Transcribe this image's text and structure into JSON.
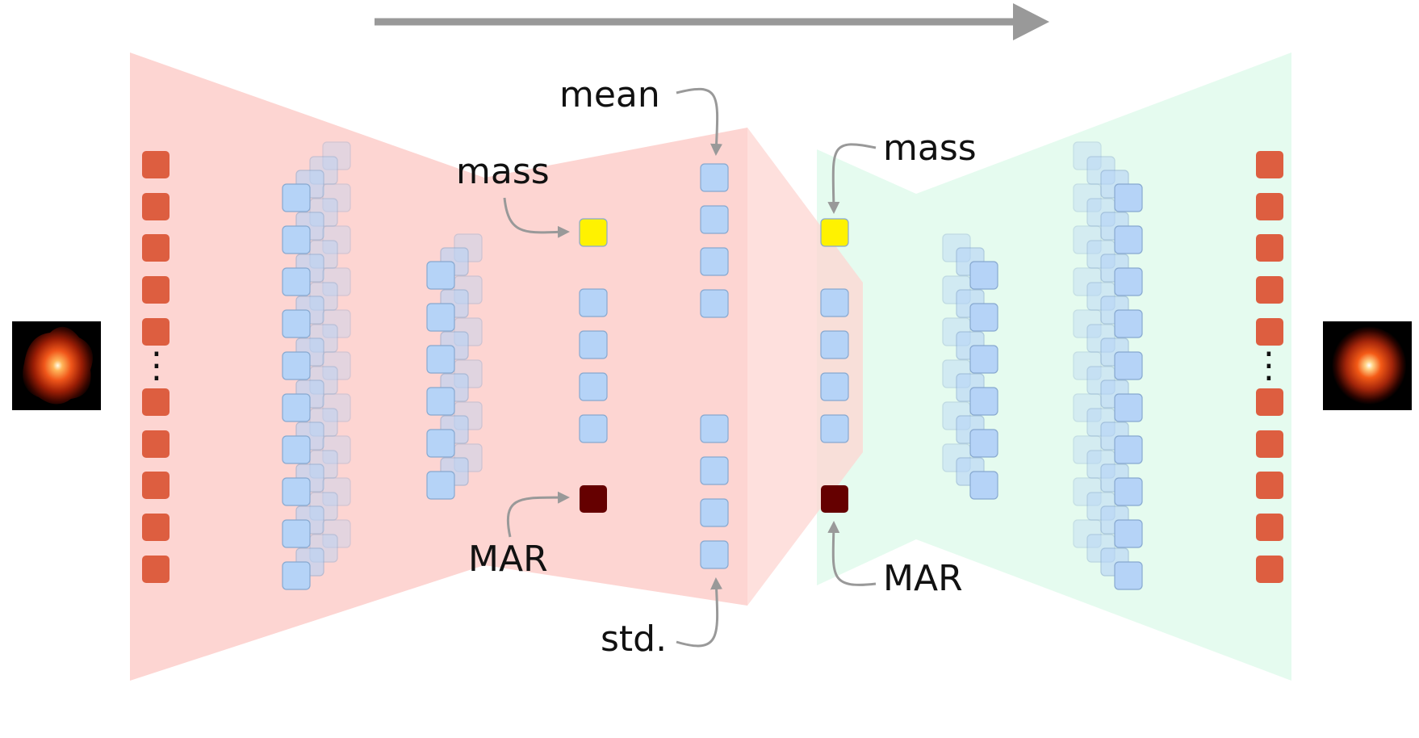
{
  "labels": {
    "encoder_mean": "mean",
    "encoder_mass": "mass",
    "encoder_mar": "MAR",
    "encoder_std": "std.",
    "decoder_mass": "mass",
    "decoder_mar": "MAR"
  },
  "ellipsis": "⋮",
  "icons": {
    "flow_arrow": "flow-arrow-icon",
    "input_image": "galaxy-thumbnail-input",
    "output_image": "galaxy-thumbnail-output"
  },
  "colors": {
    "encoder_region": "#fdd5d2",
    "decoder_region": "#e4fbee",
    "io_node": "#dd5e40",
    "hidden_node": "#b5d3f7",
    "hidden_node_stroke": "#88a9d0",
    "mass_node": "#fff200",
    "mar_node": "#650000",
    "arrow": "#999999"
  }
}
